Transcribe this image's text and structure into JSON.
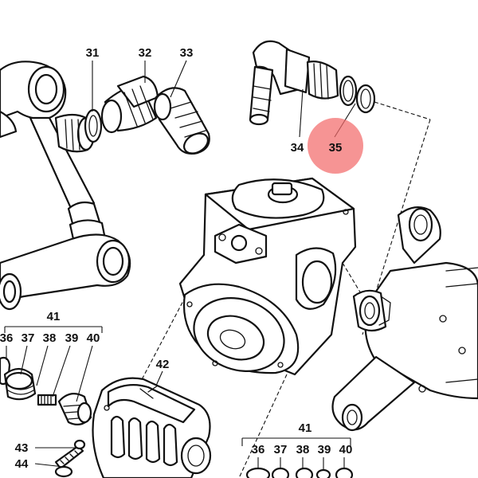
{
  "labels": {
    "p31": "31",
    "p32": "32",
    "p33": "33",
    "p34": "34",
    "p35": "35",
    "p41a": "41",
    "p36a": "36",
    "p37a": "37",
    "p38a": "38",
    "p39a": "39",
    "p40a": "40",
    "p42": "42",
    "p43": "43",
    "p44": "44",
    "p41b": "41",
    "p36b": "36",
    "p37b": "37",
    "p38b": "38",
    "p39b": "39",
    "p40b": "40"
  },
  "highlight": {
    "label": "35",
    "color": "#f26b6b"
  }
}
